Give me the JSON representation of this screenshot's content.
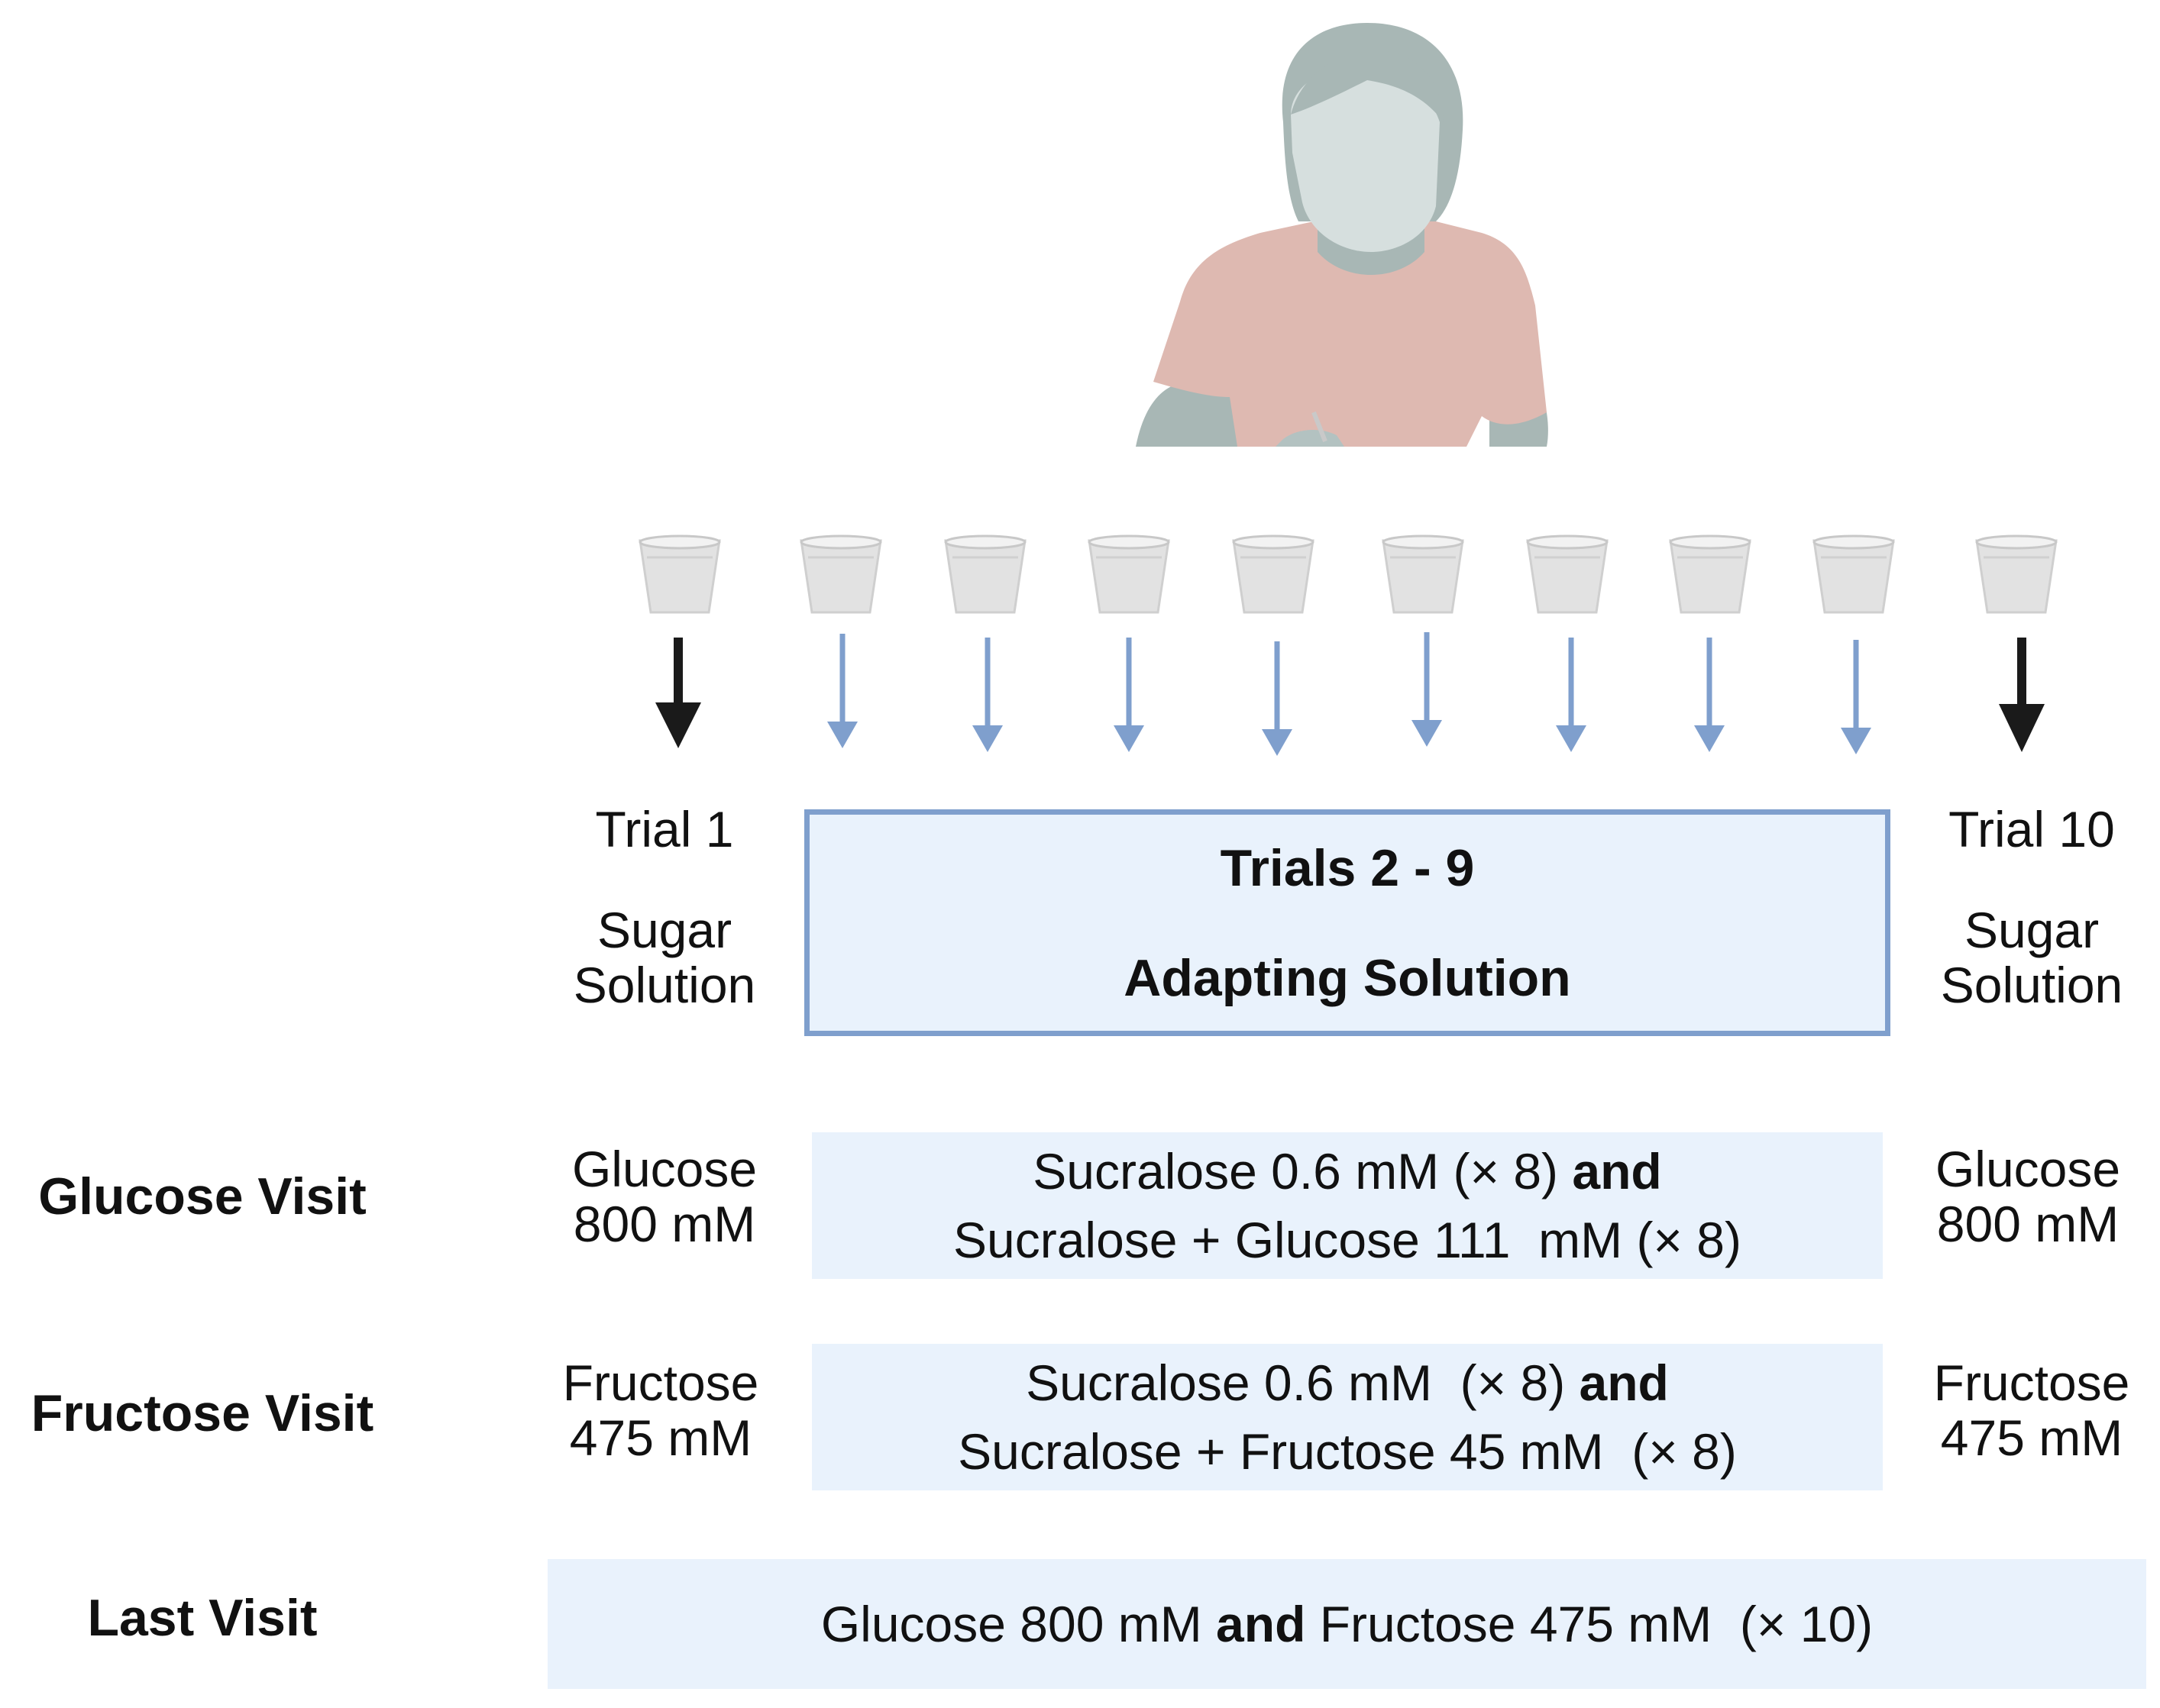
{
  "figure": {
    "trial_first": {
      "label": "Trial 1",
      "solution": "Sugar Solution"
    },
    "trial_middle": {
      "label": "Trials 2 - 9",
      "solution": "Adapting Solution"
    },
    "trial_last": {
      "label": "Trial 10",
      "solution": "Sugar Solution"
    },
    "cups": {
      "count": 10,
      "icon": "cup-icon"
    },
    "arrows": {
      "first_color": "#1a1a1a",
      "middle_color": "#7f9fcd",
      "last_color": "#1a1a1a"
    },
    "person_icon": "person-icon"
  },
  "rows": [
    {
      "label": "Glucose Visit",
      "left": "Glucose 800 mM",
      "right": "Glucose 800 mM",
      "middle_line1_pre": "Sucralose 0.6 mM (× 8) ",
      "middle_line1_bold": "and",
      "middle_line2": "Sucralose + Glucose 111  mM (× 8)"
    },
    {
      "label": "Fructose Visit",
      "left": "Fructose 475 mM",
      "right": "Fructose 475 mM",
      "middle_line1_pre": "Sucralose 0.6 mM  (× 8) ",
      "middle_line1_bold": "and",
      "middle_line2": "Sucralose + Fructose 45 mM  (× 8)"
    }
  ],
  "last_visit": {
    "label": "Last Visit",
    "text_pre": "Glucose 800 mM ",
    "text_bold": "and",
    "text_post": " Fructose 475 mM  (× 10)"
  },
  "colors": {
    "panel": "#e9f2fc",
    "box_border": "#7f9fcd",
    "shirt": "#deb9b1",
    "skin": "#b3c2c1",
    "hair": "#a8b7b5"
  }
}
